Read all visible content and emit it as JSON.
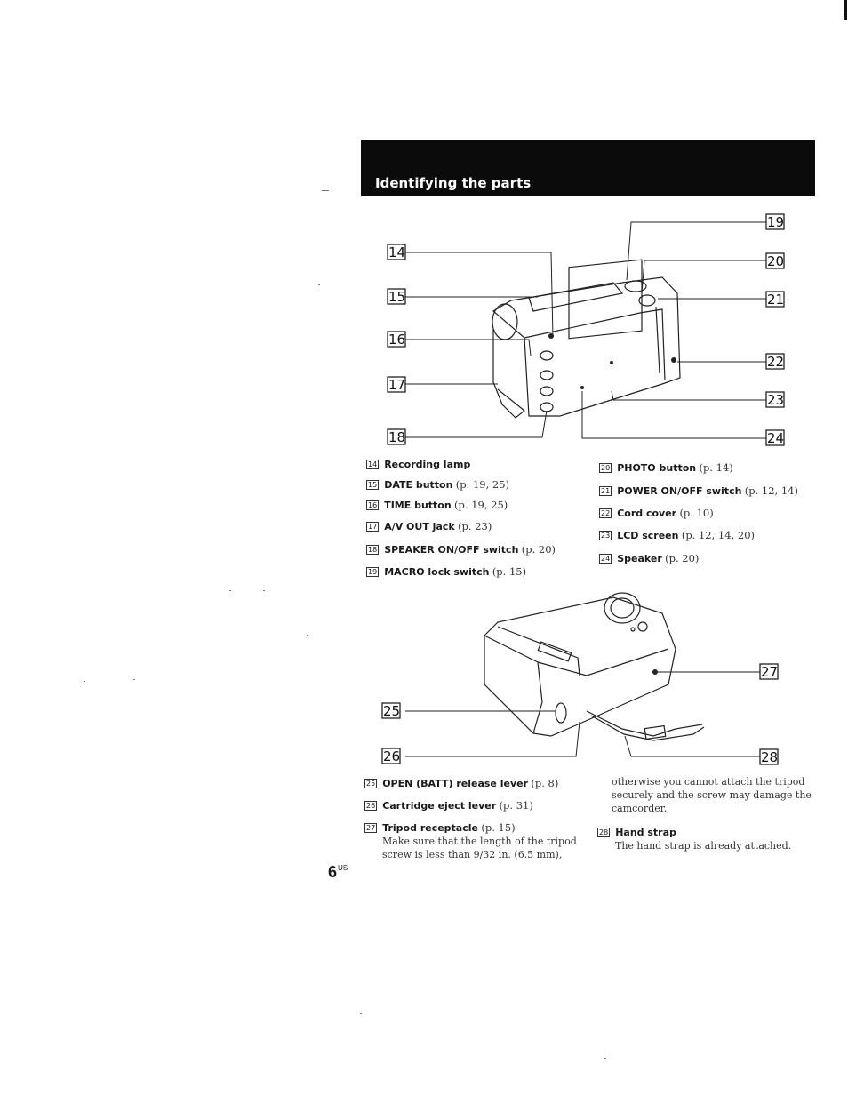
{
  "header": {
    "title": "Identifying the parts"
  },
  "figure_top": {
    "callouts": [
      "14",
      "15",
      "16",
      "17",
      "18",
      "19",
      "20",
      "21",
      "22",
      "23",
      "24"
    ]
  },
  "legend_top_left": [
    {
      "num": "14",
      "label": "Recording lamp",
      "page": ""
    },
    {
      "num": "15",
      "label": "DATE button",
      "page": "(p. 19, 25)"
    },
    {
      "num": "16",
      "label": "TIME button",
      "page": "(p. 19, 25)"
    },
    {
      "num": "17",
      "label": "A/V OUT jack",
      "page": "(p. 23)"
    },
    {
      "num": "18",
      "label": "SPEAKER ON/OFF switch",
      "page": "(p. 20)"
    },
    {
      "num": "19",
      "label": "MACRO lock switch",
      "page": "(p. 15)"
    }
  ],
  "legend_top_right": [
    {
      "num": "20",
      "label": "PHOTO button",
      "page": "(p. 14)"
    },
    {
      "num": "21",
      "label": "POWER ON/OFF switch",
      "page": "(p. 12, 14)"
    },
    {
      "num": "22",
      "label": "Cord cover",
      "page": "(p. 10)"
    },
    {
      "num": "23",
      "label": "LCD screen",
      "page": "(p. 12, 14, 20)"
    },
    {
      "num": "24",
      "label": "Speaker",
      "page": "(p. 20)"
    }
  ],
  "figure_bottom": {
    "callouts": [
      "25",
      "26",
      "27",
      "28"
    ]
  },
  "legend_bottom_left": [
    {
      "num": "25",
      "label": "OPEN (BATT) release lever",
      "page": "(p. 8)"
    },
    {
      "num": "26",
      "label": "Cartridge eject lever",
      "page": "(p. 31)"
    },
    {
      "num": "27",
      "label": "Tripod receptacle",
      "page": "(p. 15)"
    }
  ],
  "tripod_note": {
    "line1": "Make sure that the length of the tripod",
    "line2": "screw is less than 9/32 in. (6.5 mm),"
  },
  "right_note": {
    "line1": "otherwise you cannot attach the tripod",
    "line2": "securely and the screw may damage the",
    "line3": "camcorder."
  },
  "legend_bottom_right": [
    {
      "num": "28",
      "label": "Hand strap",
      "page": ""
    }
  ],
  "hand_strap_note": "The hand strap is already attached.",
  "page_number": {
    "number": "6",
    "suffix": "US"
  }
}
